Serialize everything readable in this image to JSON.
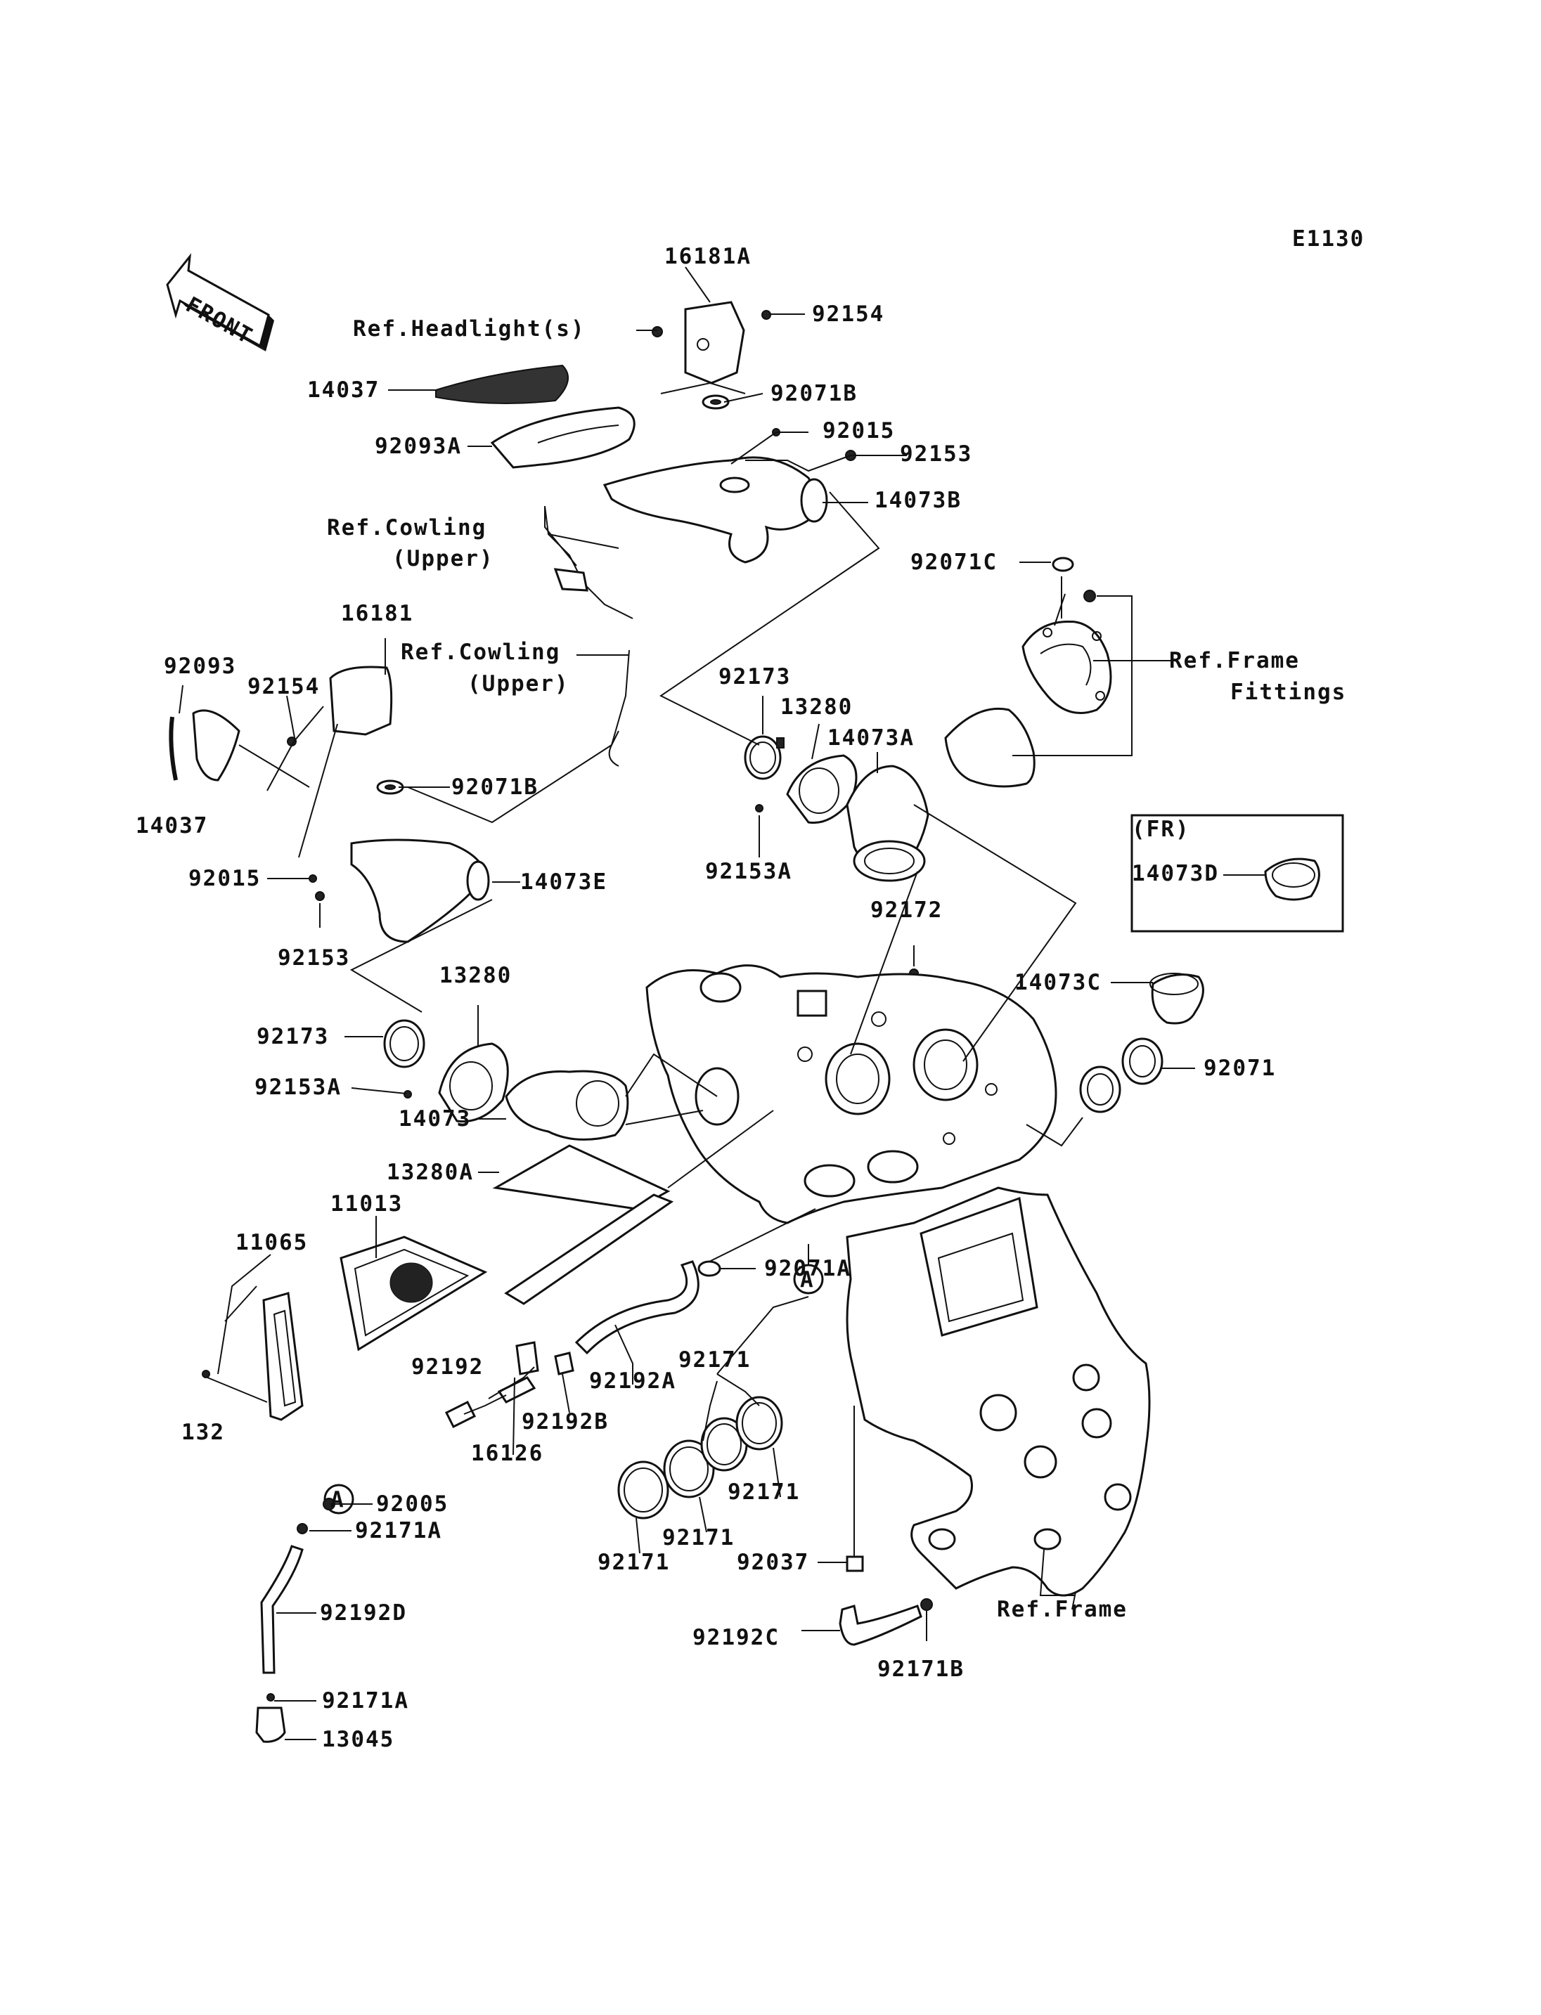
{
  "diagram_code": "E1130",
  "front_label": "FRONT",
  "callouts": {
    "c16181A": "16181A",
    "c92154_top": "92154",
    "ref_headlights": "Ref.Headlight(s)",
    "c14037_top": "14037",
    "c92071B_top": "92071B",
    "c92093A": "92093A",
    "c92015_top": "92015",
    "c92153_top": "92153",
    "c14073B": "14073B",
    "ref_cowling_upper_1a": "Ref.Cowling",
    "ref_cowling_upper_1b": "(Upper)",
    "c92071C": "92071C",
    "ref_frame_fittings_a": "Ref.Frame",
    "ref_frame_fittings_b": "Fittings",
    "c16181": "16181",
    "ref_cowling_upper_2a": "Ref.Cowling",
    "ref_cowling_upper_2b": "(Upper)",
    "c92093": "92093",
    "c92154_left": "92154",
    "c92173_top": "92173",
    "c13280_top": "13280",
    "c14073A": "14073A",
    "c14037_left": "14037",
    "c92071B_left": "92071B",
    "c92153A_top": "92153A",
    "fr_note": "(FR)",
    "c14073D": "14073D",
    "c92015_left": "92015",
    "c14073E": "14073E",
    "c92172": "92172",
    "c92153_left": "92153",
    "c13280_left": "13280",
    "c14073C": "14073C",
    "c92173_left": "92173",
    "c92071": "92071",
    "c92153A_left": "92153A",
    "c14073": "14073",
    "c13280A": "13280A",
    "c11013": "11013",
    "c11065": "11065",
    "c92071A": "92071A",
    "marker_a1": "A",
    "c92192": "92192",
    "c92192A": "92192A",
    "c92171_a": "92171",
    "c132": "132",
    "c92192B": "92192B",
    "c16126": "16126",
    "marker_a2": "A",
    "c92171_b": "92171",
    "c92005": "92005",
    "c92171A_top": "92171A",
    "c92171_c": "92171",
    "c92171_d": "92171",
    "c92037": "92037",
    "ref_frame": "Ref.Frame",
    "c92192D": "92192D",
    "c92192C": "92192C",
    "c92171B": "92171B",
    "c92171A_bottom": "92171A",
    "c13045": "13045"
  }
}
